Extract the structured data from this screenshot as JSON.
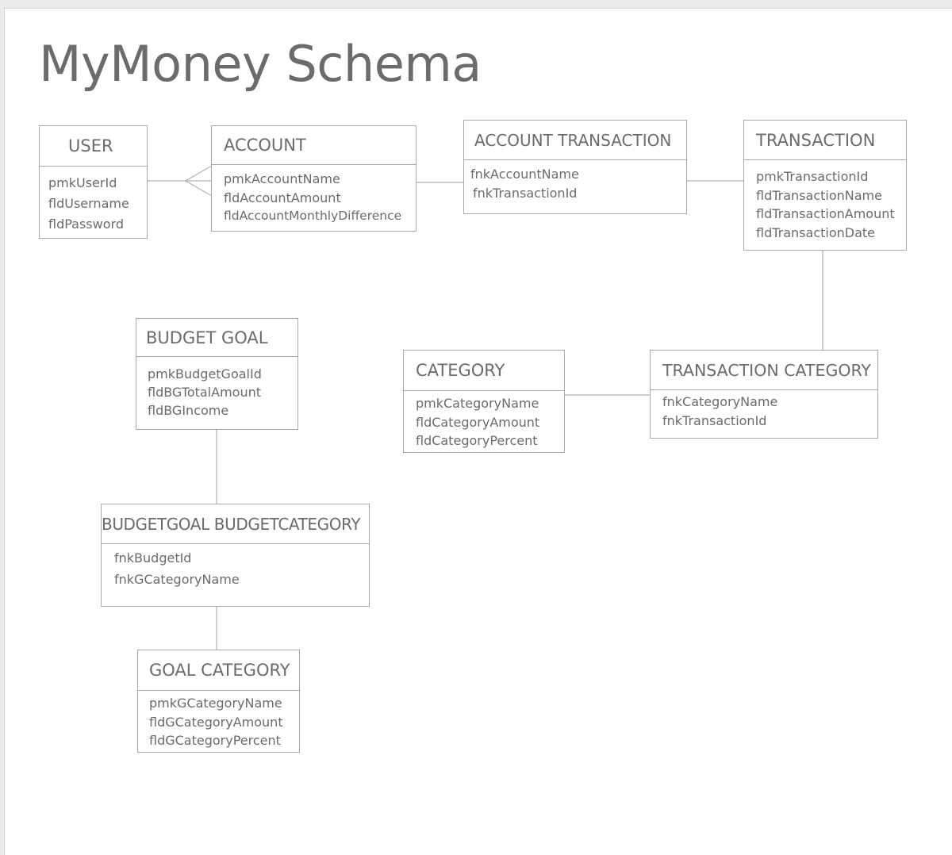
{
  "title": "MyMoney Schema",
  "entities": {
    "user": {
      "name": "USER",
      "fields": [
        "pmkUserId",
        "fldUsername",
        "fldPassword"
      ]
    },
    "account": {
      "name": "ACCOUNT",
      "fields": [
        "pmkAccountName",
        "fldAccountAmount",
        "fldAccountMonthlyDifference"
      ]
    },
    "account_transaction": {
      "name": "ACCOUNT TRANSACTION",
      "fields": [
        "fnkAccountName",
        "fnkTransactionId"
      ]
    },
    "transaction": {
      "name": "TRANSACTION",
      "fields": [
        "pmkTransactionId",
        "fldTransactionName",
        "fldTransactionAmount",
        "fldTransactionDate"
      ]
    },
    "budget_goal": {
      "name": "BUDGET GOAL",
      "fields": [
        "pmkBudgetGoalId",
        "fldBGTotalAmount",
        "fldBGIncome"
      ]
    },
    "category": {
      "name": "CATEGORY",
      "fields": [
        "pmkCategoryName",
        "fldCategoryAmount",
        "fldCategoryPercent"
      ]
    },
    "transaction_category": {
      "name": "TRANSACTION CATEGORY",
      "fields": [
        "fnkCategoryName",
        "fnkTransactionId"
      ]
    },
    "budgetgoal_budgetcategory": {
      "name": "BUDGETGOAL BUDGETCATEGORY",
      "fields": [
        "fnkBudgetId",
        "fnkGCategoryName"
      ]
    },
    "goal_category": {
      "name": "GOAL CATEGORY",
      "fields": [
        "pmkGCategoryName",
        "fldGCategoryAmount",
        "fldGCategoryPercent"
      ]
    }
  }
}
